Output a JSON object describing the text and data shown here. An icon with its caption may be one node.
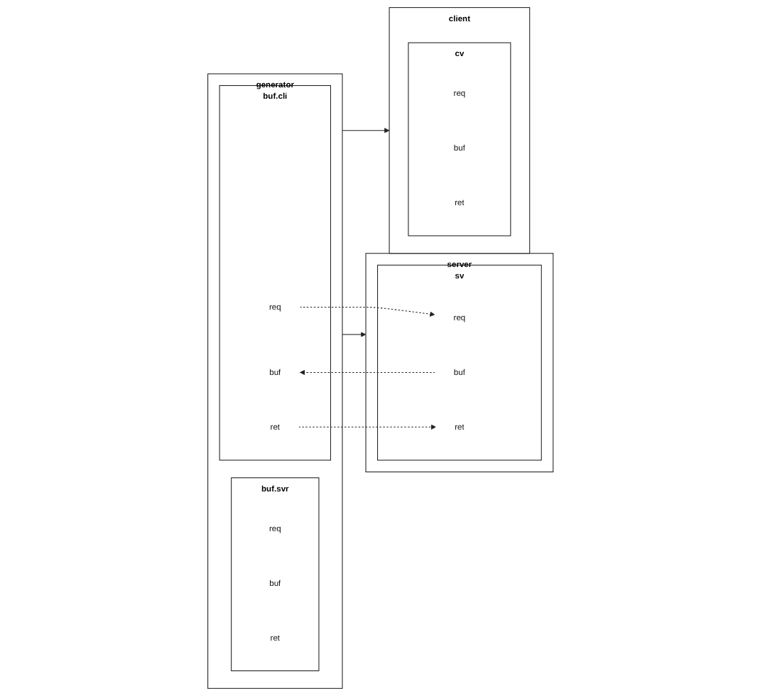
{
  "diagram": {
    "nodes": [
      {
        "text": [
          "generator"
        ]
      },
      {
        "text": [
          "buf.svr"
        ],
        "in": 0
      },
      {
        "text": [
          "req"
        ],
        "in": 1
      },
      {
        "text": [
          "buf"
        ],
        "in": 1
      },
      {
        "text": [
          "ret"
        ],
        "in": 1
      },
      {
        "text": [
          "buf.cli"
        ],
        "in": 0
      },
      {
        "text": [
          "req"
        ],
        "in": 5
      },
      {
        "text": [
          "buf"
        ],
        "in": 5
      },
      {
        "text": [
          "ret"
        ],
        "in": 5
      },
      {
        "text": [
          "server"
        ]
      },
      {
        "text": [
          "sv"
        ],
        "in": 9
      },
      {
        "text": [
          "req"
        ],
        "in": 10
      },
      {
        "text": [
          "buf"
        ],
        "in": 10
      },
      {
        "text": [
          "ret"
        ],
        "in": 10
      },
      {
        "text": [
          "client"
        ]
      },
      {
        "text": [
          "cv"
        ],
        "in": 14
      },
      {
        "text": [
          "req"
        ],
        "in": 15
      },
      {
        "text": [
          "buf"
        ],
        "in": 15
      },
      {
        "text": [
          "ret"
        ],
        "in": 15
      }
    ],
    "edges": [
      {
        "from": 0,
        "to": 9,
        "arrow": "to"
      },
      {
        "from": 0,
        "to": 14,
        "arrow": "to"
      },
      {
        "from": 6,
        "to": 11,
        "arrow": "to",
        "style": "dashed"
      },
      {
        "from": 12,
        "to": 7,
        "arrow": "to",
        "style": "dashed"
      },
      {
        "from": 8,
        "to": 13,
        "arrow": "to",
        "style": "dashed"
      }
    ]
  }
}
